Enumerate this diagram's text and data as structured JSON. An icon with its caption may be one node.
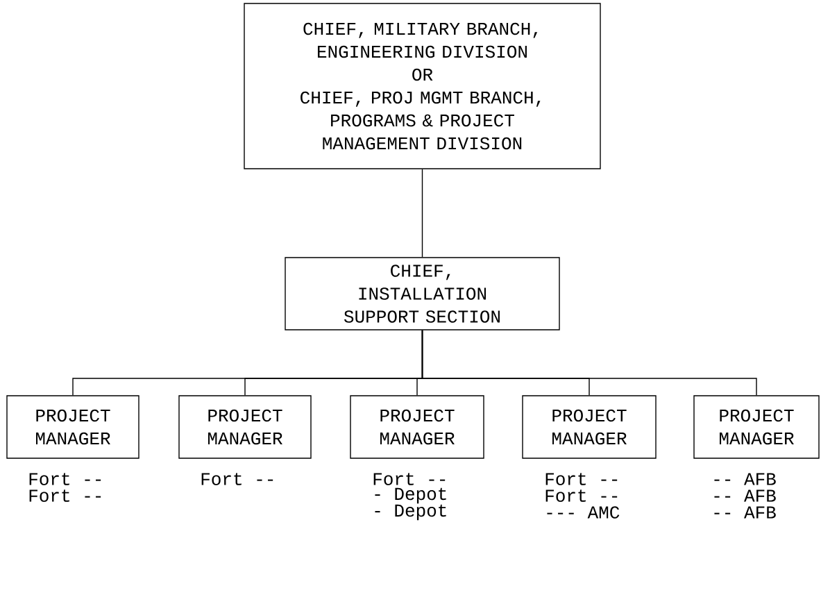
{
  "diagram": {
    "nodes": [
      {
        "text": [
          "CHIEF, MILITARY BRANCH, ENGINEERING DIVISION",
          "OR",
          "CHIEF, PROJ MGMT BRANCH, PROGRAMS & PROJECT MANAGEMENT DIVISION"
        ]
      },
      {
        "text": [
          "CHIEF,",
          "INSTALLATION SUPPORT SECTION"
        ]
      },
      {
        "text": [
          "PROJECT MANAGER"
        ],
        "beside": [
          "Fort --",
          "Fort --"
        ]
      },
      {
        "text": [
          "PROJECT MANAGER"
        ],
        "beside": [
          "Fort --"
        ]
      },
      {
        "text": [
          "PROJECT MANAGER"
        ],
        "beside": [
          "Fort --",
          "- Depot",
          "- Depot"
        ]
      },
      {
        "text": [
          "PROJECT MANAGER"
        ],
        "beside": [
          "Fort --",
          "Fort --",
          "--- AMC"
        ]
      },
      {
        "text": [
          "PROJECT MANAGER"
        ],
        "beside": [
          "-- AFB",
          "-- AFB",
          "-- AFB"
        ]
      }
    ],
    "edges": [
      {
        "from": 0,
        "to": 1,
        "arrow": "none"
      },
      {
        "from": 1,
        "to": 2,
        "arrow": "none"
      },
      {
        "from": 1,
        "to": 3,
        "arrow": "none"
      },
      {
        "from": 1,
        "to": 4,
        "arrow": "none"
      },
      {
        "from": 1,
        "to": 5,
        "arrow": "none"
      },
      {
        "from": 1,
        "to": 6,
        "arrow": "none"
      }
    ]
  }
}
